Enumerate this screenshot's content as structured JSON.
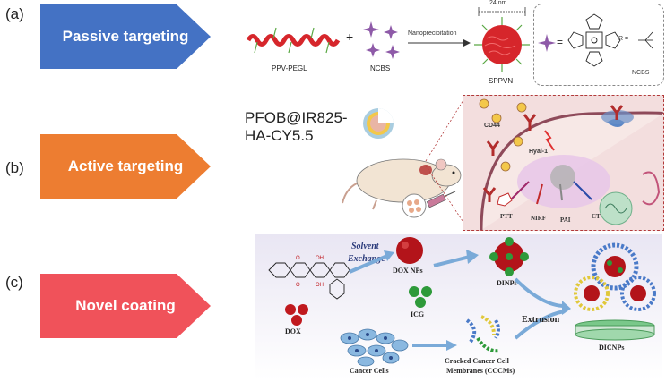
{
  "panels": [
    {
      "letter": "(a)",
      "arrow_label": "Passive targeting",
      "arrow_color": "#4472c4"
    },
    {
      "letter": "(b)",
      "arrow_label": "Active targeting",
      "arrow_color": "#ed7d31"
    },
    {
      "letter": "(c)",
      "arrow_label": "Novel coating",
      "arrow_color": "#f0525a"
    }
  ],
  "panel_a": {
    "polymer": "PPV-PEGL",
    "dye": "NCBS",
    "process": "Nanoprecipitation",
    "size": "24 nm",
    "product": "SPPVN",
    "structure_name": "NCBS",
    "equals": "=",
    "r_label": "R =",
    "plus": "+"
  },
  "panel_b": {
    "formulation_line1": "PFOB@IR825-",
    "formulation_line2": "HA-CY5.5",
    "receptor": "CD44",
    "enzyme": "Hyal-1",
    "modalities": [
      "PTT",
      "NIRF",
      "PAI",
      "CT"
    ]
  },
  "panel_c": {
    "drug": "DOX",
    "process1_line1": "Solvent",
    "process1_line2": "Exchange",
    "dox_nps": "DOX NPs",
    "icg": "ICG",
    "dinps": "DINPs",
    "extrusion": "Extrusion",
    "cancer_cells": "Cancer Cells",
    "membranes_line1": "Cracked Cancer Cell",
    "membranes_line2": "Membranes (CCCMs)",
    "dicnps": "DICNPs"
  },
  "colors": {
    "polymer": "#d6262b",
    "dye": "#8e5aa8",
    "cell_bg": "#f3dede",
    "panel_c_bg": "#e9e6f3",
    "dox_red": "#c0191e",
    "icg_green": "#2e9a3a"
  }
}
